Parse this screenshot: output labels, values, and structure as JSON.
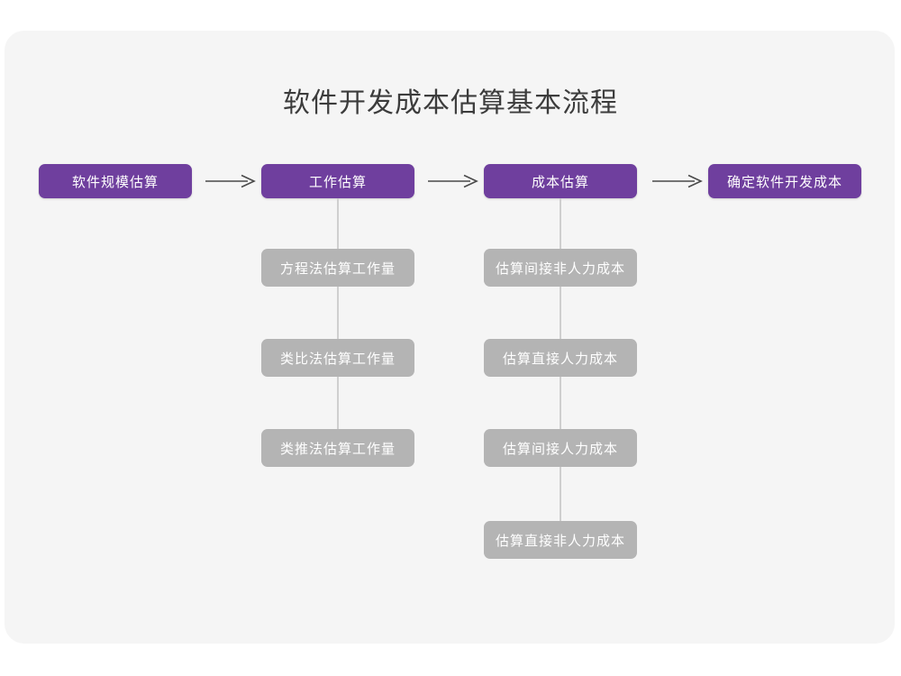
{
  "title": "软件开发成本估算基本流程",
  "chart_data": {
    "type": "diagram",
    "title": "软件开发成本估算基本流程",
    "orientation": "horizontal-with-vertical-branches",
    "main_flow": [
      "软件规模估算",
      "工作估算",
      "成本估算",
      "确定软件开发成本"
    ],
    "connector_symbol": "⟶",
    "branches": [
      {
        "parent": "工作估算",
        "items": [
          "方程法估算工作量",
          "类比法估算工作量",
          "类推法估算工作量"
        ]
      },
      {
        "parent": "成本估算",
        "items": [
          "估算间接非人力成本",
          "估算直接人力成本",
          "估算间接人力成本",
          "估算直接非人力成本"
        ]
      }
    ],
    "colors": {
      "primary_node": "#6f3f9e",
      "secondary_node": "#b4b4b4",
      "node_text": "#ffffff",
      "title_text": "#3c3c3c",
      "card_background": "#f5f5f5",
      "page_background": "#ffffff",
      "connector_line": "#cfcfcf",
      "arrow": "#4a4a4a"
    }
  },
  "flow": {
    "steps": [
      {
        "label": "软件规模估算"
      },
      {
        "label": "工作估算"
      },
      {
        "label": "成本估算"
      },
      {
        "label": "确定软件开发成本"
      }
    ],
    "arrows": [
      {
        "glyph": "⟶"
      },
      {
        "glyph": "⟶"
      },
      {
        "glyph": "⟶"
      }
    ],
    "branch_effort": {
      "items": [
        {
          "label": "方程法估算工作量"
        },
        {
          "label": "类比法估算工作量"
        },
        {
          "label": "类推法估算工作量"
        }
      ]
    },
    "branch_cost": {
      "items": [
        {
          "label": "估算间接非人力成本"
        },
        {
          "label": "估算直接人力成本"
        },
        {
          "label": "估算间接人力成本"
        },
        {
          "label": "估算直接非人力成本"
        }
      ]
    }
  }
}
